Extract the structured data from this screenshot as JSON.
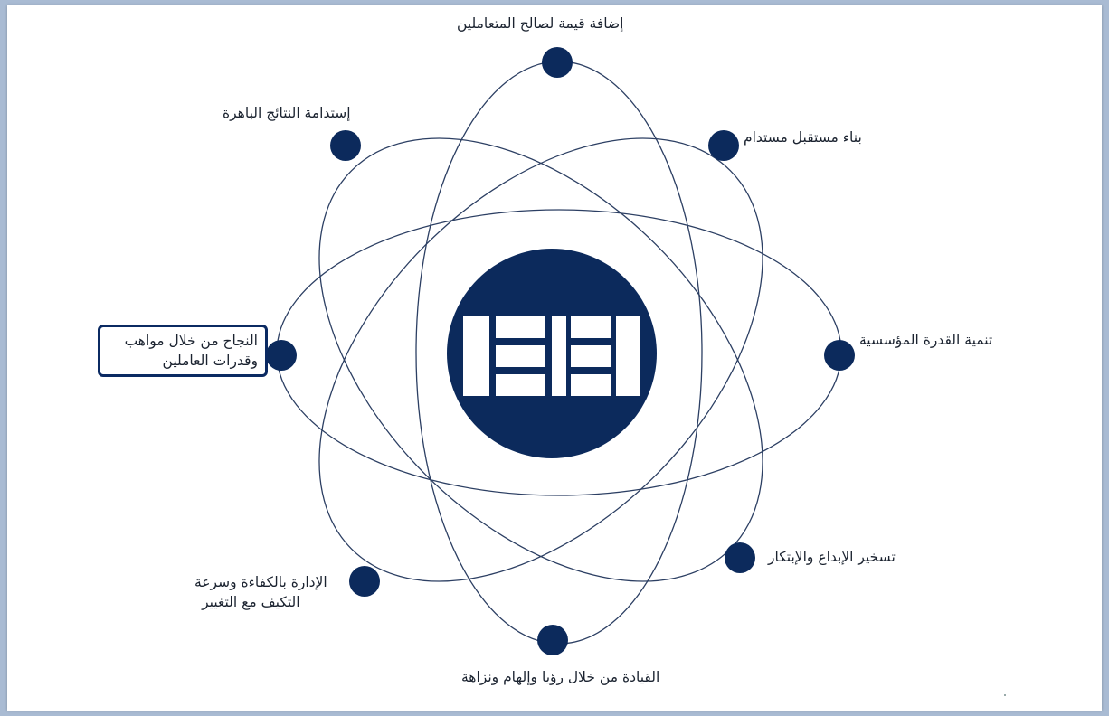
{
  "colors": {
    "node": "#0c2a5c",
    "orbit": "#2c3f63",
    "highlight_border": "#0b2a62"
  },
  "center_icon": "logo-blocks",
  "nodes": [
    {
      "id": "top",
      "label": "إضافة قيمة لصالح المتعاملين"
    },
    {
      "id": "top-right",
      "label": "بناء مستقبل مستدام"
    },
    {
      "id": "right",
      "label": "تنمية القدرة المؤسسية"
    },
    {
      "id": "bottom-right",
      "label": "تسخير الإبداع والإبتكار"
    },
    {
      "id": "bottom",
      "label": "القيادة من خلال رؤيا وإلهام ونزاهة"
    },
    {
      "id": "bottom-left",
      "label_line1": "الإدارة بالكفاءة وسرعة",
      "label_line2": "التكيف مع التغيير"
    },
    {
      "id": "left",
      "label_line1": "النجاح من خلال مواهب",
      "label_line2": "وقدرات العاملين",
      "highlighted": true
    },
    {
      "id": "top-left",
      "label": "إستدامة النتائج الباهرة"
    }
  ]
}
